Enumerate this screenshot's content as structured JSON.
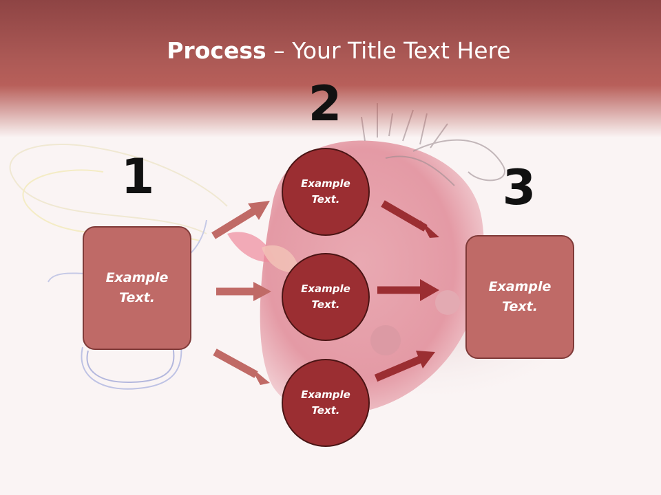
{
  "title": {
    "bold": "Process",
    "dash": " – ",
    "rest": "Your Title Text Here"
  },
  "steps": {
    "one": "1",
    "two": "2",
    "three": "3"
  },
  "left_box": "Example\nText.",
  "right_box": "Example\nText.",
  "circles": [
    "Example\nText.",
    "Example\nText.",
    "Example\nText."
  ],
  "colors": {
    "title_band": "#b85f5a",
    "box_fill": "#bf6a67",
    "circle_fill": "#9b2e32",
    "arrow_left": "#c06a66",
    "arrow_right": "#9b2e32"
  },
  "background": "pincushion-photo"
}
